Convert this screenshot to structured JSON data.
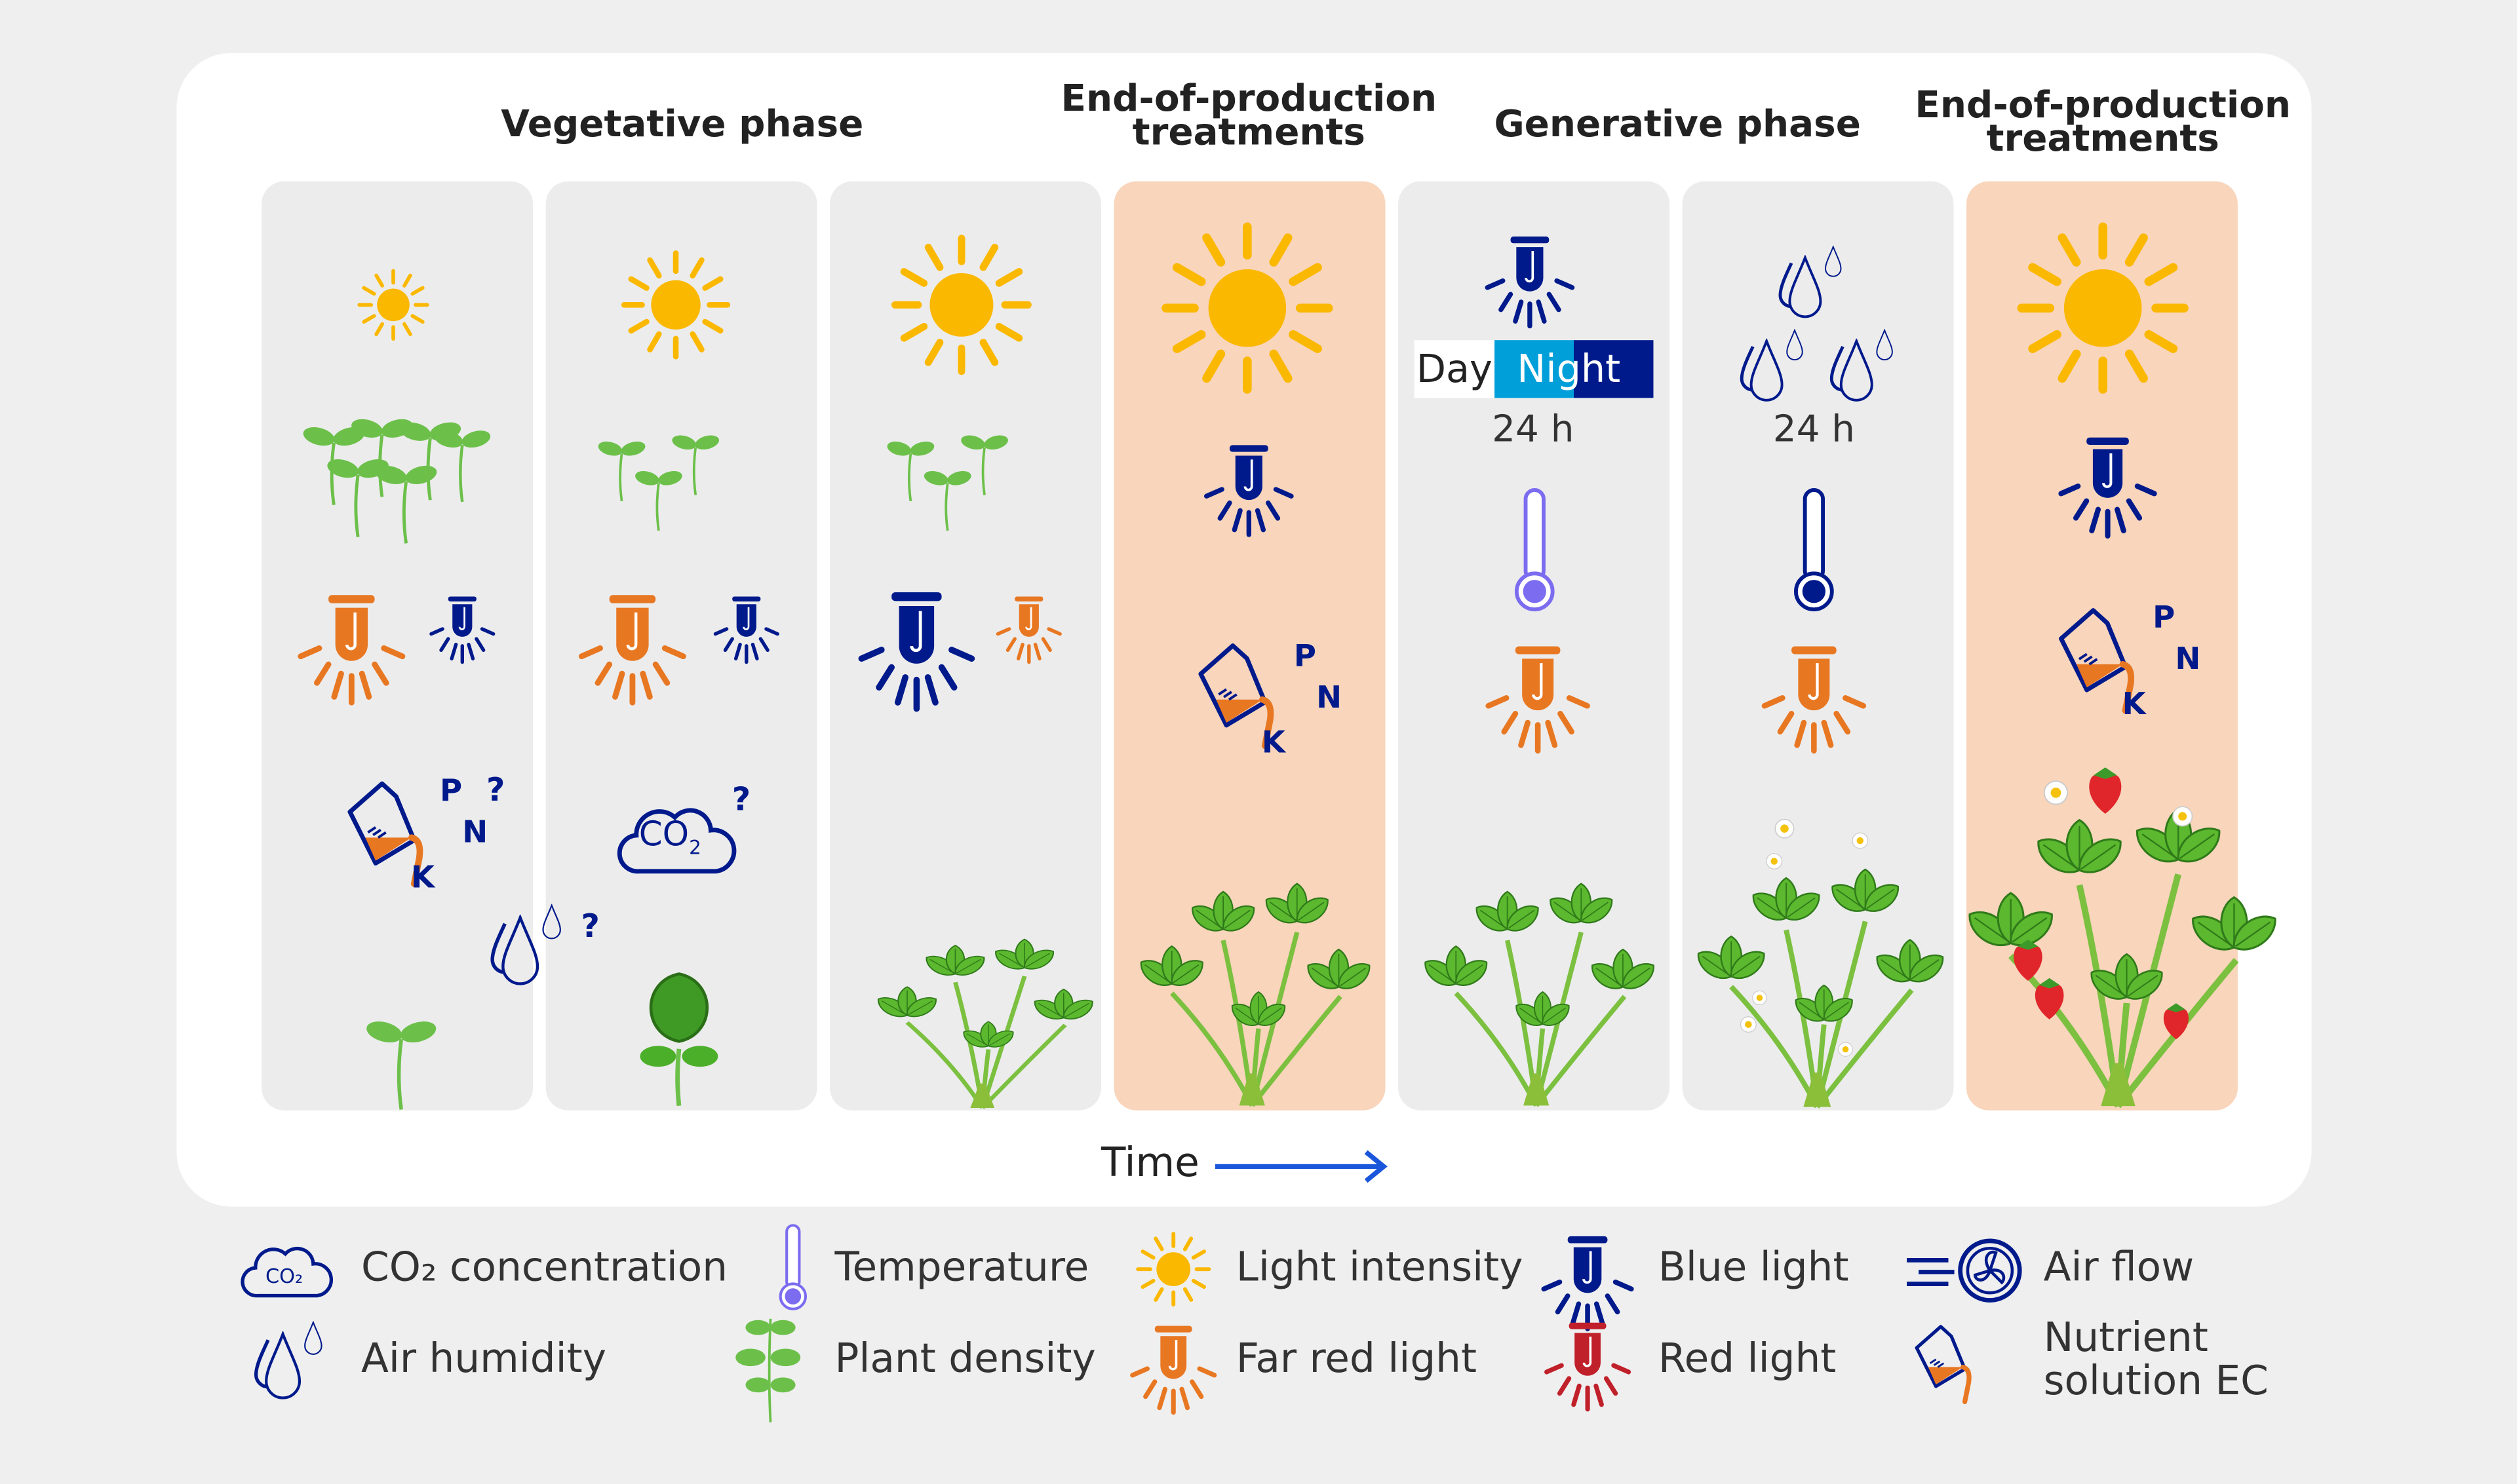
{
  "headers": {
    "vegetative": "Vegetative phase",
    "eop1": "End-of-production treatments",
    "generative": "Generative phase",
    "eop2": "End-of-production treatments"
  },
  "marks": {
    "unknown": "?",
    "co2": "CO",
    "co2_sub": "2",
    "p": "P",
    "n": "N",
    "k": "K"
  },
  "photoperiod": {
    "day": "Day",
    "night": "Night",
    "duration_light": "24 h",
    "duration_humidity": "24 h"
  },
  "time_label": "Time",
  "legend": {
    "co2": "CO₂ concentration",
    "temperature": "Temperature",
    "light_intensity": "Light intensity",
    "blue_light": "Blue light",
    "air_flow": "Air flow",
    "air_humidity": "Air humidity",
    "plant_density": "Plant density",
    "far_red_light": "Far red light",
    "red_light": "Red light",
    "nutrient_line1": "Nutrient",
    "nutrient_line2": "solution EC"
  },
  "colors": {
    "navy": "#001a8c",
    "orange": "#e87722",
    "sun": "#fbb800",
    "green": "#6cc04a",
    "red": "#c0202a",
    "purple": "#7b6cf0",
    "eop_column": "#f8d5bb",
    "column": "#ececec",
    "day": "#ffffff",
    "night_light": "#009fd9",
    "night_dark": "#001a8c",
    "arrow": "#1a56db"
  }
}
